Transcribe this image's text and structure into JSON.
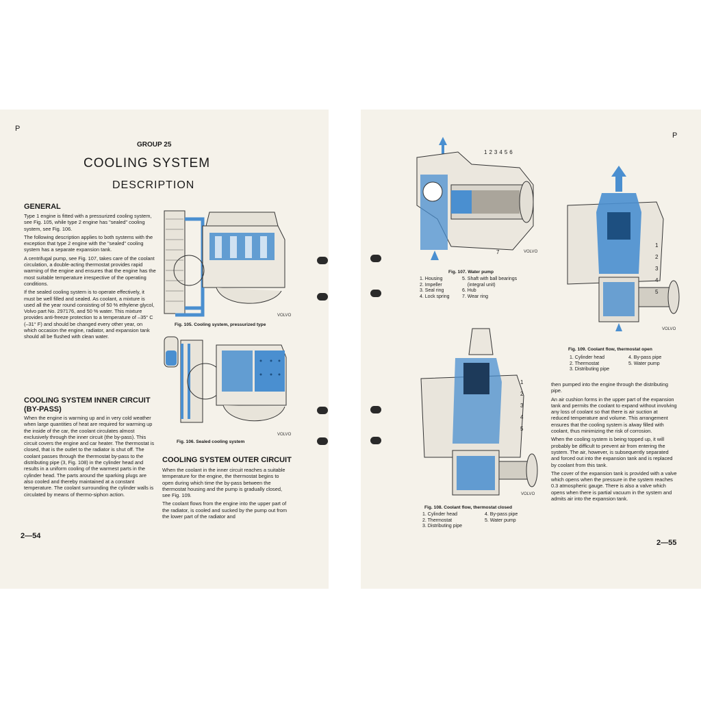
{
  "left": {
    "corner": "P",
    "group": "GROUP 25",
    "title": "COOLING SYSTEM",
    "subtitle": "DESCRIPTION",
    "general_heading": "GENERAL",
    "general_paras": [
      "Type 1 engine is fitted with a pressurized cooling system, see Fig. 105, while type 2 engine has \"sealed\" cooling system, see Fig. 106.",
      "The following description applies to both systems with the exception that type 2 engine with the \"sealed\" cooling system has a separate expansion tank.",
      "A centrifugal pump, see Fig. 107, takes care of the coolant circulation, a double-acting thermostat provides rapid warming of the engine and ensures that the engine has the most suitable temperature irrespective of the operating conditions.",
      "If the sealed cooling system is to operate effectively, it must be well filled and sealed. As coolant, a mixture is used all the year round consisting of 50 % ethylene glycol, Volvo part No. 297176, and 50 % water. This mixture provides anti-freeze protection to a temperature of –35° C (–31° F) and should be changed every other year, on which occasion the engine, radiator, and expansion tank should all be flushed with clean water."
    ],
    "inner_heading": "COOLING SYSTEM INNER CIRCUIT (BY-PASS)",
    "inner_para": "When the engine is warming up and in very cold weather when large quantities of heat are required for warming up the inside of the car, the coolant circulates almost exclusively through the inner circuit (the by-pass). This circuit covers the engine and car heater. The thermostat is closed, that is the outlet to the radiator is shut off. The coolant passes through the thermostat by-pass to the distributing pipe (3, Fig. 108) in the cylinder head and results in a uniform cooling of the warmest parts in the cylinder head. The parts around the sparking plugs are also cooled and thereby maintained at a constant temperature. The coolant surrounding the cylinder walls is circulated by means of thermo-siphon action.",
    "fig105_caption": "Fig. 105.   Cooling system, pressurized type",
    "fig106_caption": "Fig. 106.   Sealed cooling system",
    "outer_heading": "COOLING SYSTEM OUTER CIRCUIT",
    "outer_paras": [
      "When the coolant in the inner circuit reaches a suitable temperature for the engine, the thermostat begins to open during which time the by-pass between the thermostat housing and the pump is gradually closed, see Fig. 109.",
      "The coolant flows from the engine into the upper part of the radiator, is cooled and sucked by the pump out from the lower part of the radiator and"
    ],
    "folio": "2—54"
  },
  "right": {
    "corner": "P",
    "fig107_callouts": [
      "1",
      "2",
      "3",
      "4",
      "5",
      "6",
      "7"
    ],
    "fig107_caption": "Fig. 107.   Water pump",
    "fig107_legend_left": [
      "1. Housing",
      "2. Impeller",
      "3. Seal ring",
      "4. Lock spring"
    ],
    "fig107_legend_right": [
      "5. Shaft with ball bearings",
      "    (integral unit)",
      "6. Hub",
      "7. Wear ring"
    ],
    "fig109_callouts": [
      "1",
      "2",
      "3",
      "4",
      "5"
    ],
    "fig109_caption": "Fig. 109.   Coolant flow, thermostat open",
    "fig109_legend_left": [
      "1. Cylinder head",
      "2. Thermostat",
      "3. Distributing pipe"
    ],
    "fig109_legend_right": [
      "4. By-pass pipe",
      "5. Water pump"
    ],
    "fig108_callouts": [
      "1",
      "2",
      "3",
      "4",
      "5"
    ],
    "fig108_caption": "Fig. 108.   Coolant flow, thermostat closed",
    "fig108_legend_left": [
      "1. Cylinder head",
      "2. Thermostat",
      "3. Distributing pipe"
    ],
    "fig108_legend_right": [
      "4. By-pass pipe",
      "5. Water pump"
    ],
    "cont_paras": [
      "then pumped into the engine through the distributing pipe.",
      "An air cushion forms in the upper part of the expansion tank and permits the coolant to expand without involving any loss of coolant so that there is air suction at reduced temperature and volume. This arrangement ensures that the cooling system is alway filled with coolant, thus minimizing the risk of corrosion.",
      "When the cooling system is being topped up, it will probably be difficult to prevent air from entering the system. The air, however, is subsequently separated and forced out into the expansion tank and is replaced by coolant from this tank.",
      "The cover of the expansion tank is provided with a valve which opens when the pressure in the system reaches 0.3 atmospheric gauge. There is also a valve which opens when there is partial vacuum in the system and admits air into the expansion tank."
    ],
    "folio": "2—55"
  },
  "brand_mark": "VOLVO",
  "colors": {
    "paper": "#f5f2ea",
    "coolant_blue": "#4a8fd0",
    "ink": "#1a1a1a"
  }
}
